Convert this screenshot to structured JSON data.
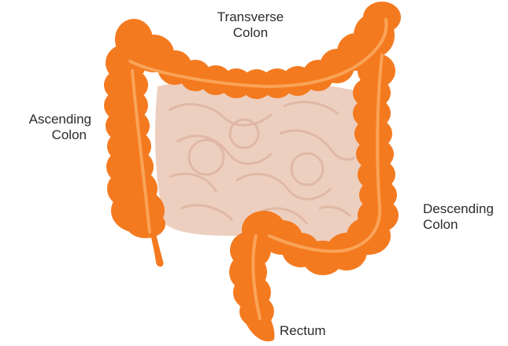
{
  "labels": {
    "transverse": [
      "Transverse",
      "Colon"
    ],
    "ascending": [
      "Ascending",
      "Colon"
    ],
    "descending": [
      "Descending",
      "Colon"
    ],
    "rectum": "Rectum"
  },
  "colors": {
    "colon": "#f47a20",
    "colon_dark": "#e0651a",
    "colon_light": "#f9a458",
    "intestine": "#edcfbf",
    "intestine_line": "#dfb6a3",
    "label_text": "#2b2b2b"
  }
}
